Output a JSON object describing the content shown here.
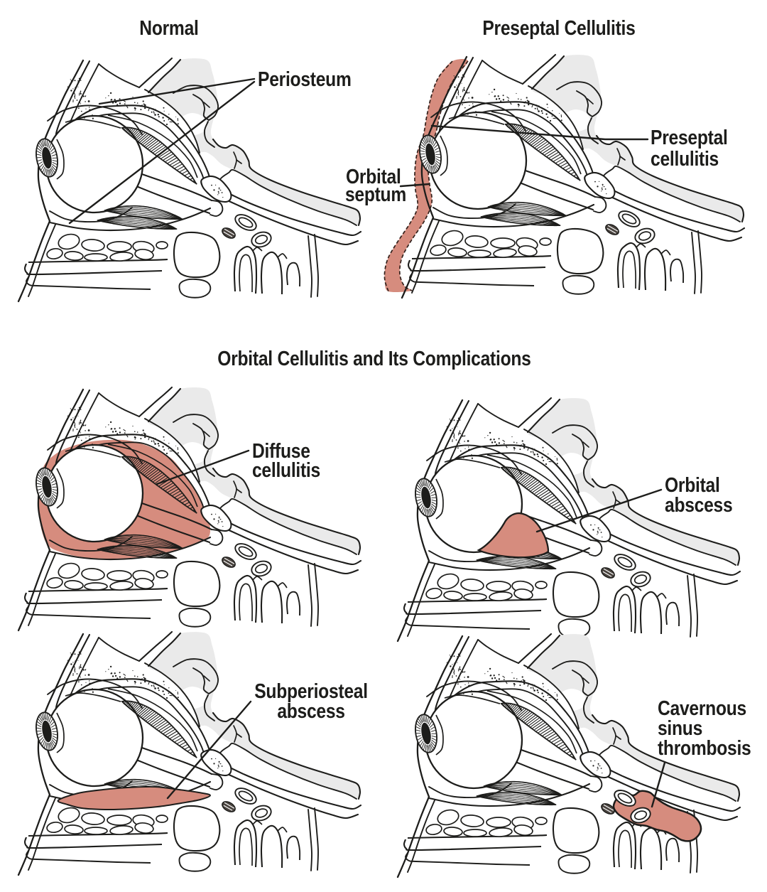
{
  "figure": {
    "colors": {
      "highlight": "#d68c7e",
      "bone": "#eaeaea",
      "ink": "#1d1d1b"
    },
    "top_row": {
      "panel_normal": {
        "title": "Normal",
        "labels": {
          "periosteum": {
            "lines": [
              "Periosteum"
            ]
          }
        }
      },
      "panel_preseptal": {
        "title": "Preseptal Cellulitis",
        "labels": {
          "orbital_septum": {
            "lines": [
              "Orbital",
              "septum"
            ]
          },
          "preseptal_cellulitis": {
            "lines": [
              "Preseptal",
              "cellulitis"
            ]
          }
        }
      }
    },
    "section_title": "Orbital Cellulitis and Its Complications",
    "complication_panels": {
      "diffuse_cellulitis": {
        "labels": {
          "diffuse_cellulitis": {
            "lines": [
              "Diffuse",
              "cellulitis"
            ]
          }
        }
      },
      "orbital_abscess": {
        "labels": {
          "orbital_abscess": {
            "lines": [
              "Orbital",
              "abscess"
            ]
          }
        }
      },
      "subperiosteal_abscess": {
        "labels": {
          "subperiosteal_abscess": {
            "lines": [
              "Subperiosteal",
              "abscess"
            ]
          }
        }
      },
      "cavernous_sinus_thrombosis": {
        "labels": {
          "cavernous_sinus_thrombosis": {
            "lines": [
              "Cavernous",
              "sinus",
              "thrombosis"
            ]
          }
        }
      }
    }
  }
}
